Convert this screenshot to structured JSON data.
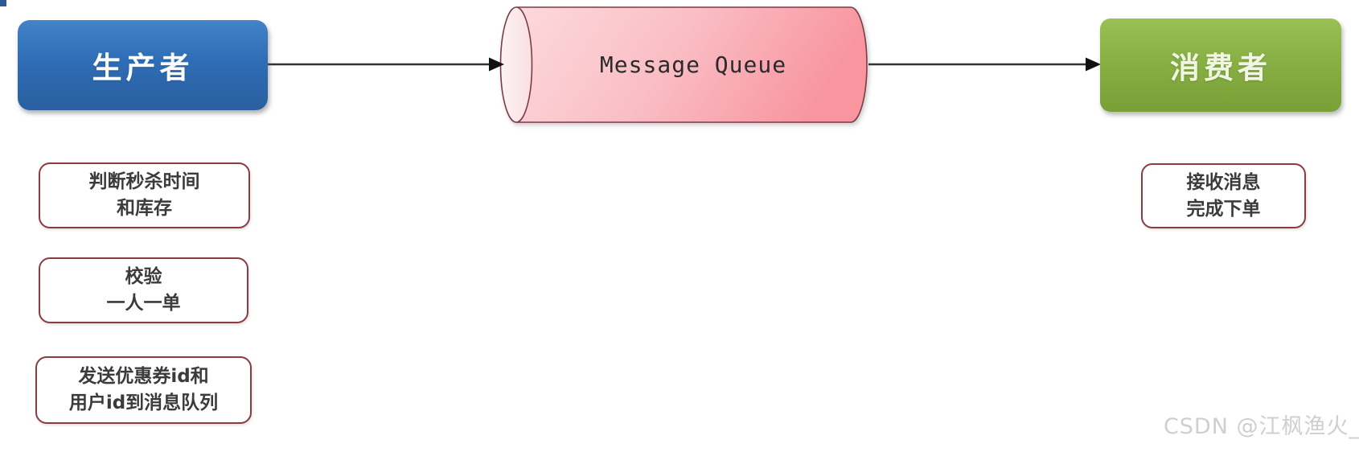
{
  "diagram": {
    "producer": {
      "label": "生产者"
    },
    "queue": {
      "label": "Message Queue"
    },
    "consumer": {
      "label": "消费者"
    },
    "producer_steps": [
      {
        "lines": [
          "判断秒杀时间",
          "和库存"
        ]
      },
      {
        "lines": [
          "校验",
          "一人一单"
        ]
      },
      {
        "lines": [
          "发送优惠券id和",
          "用户id到消息队列"
        ]
      }
    ],
    "consumer_steps": [
      {
        "lines": [
          "接收消息",
          "完成下单"
        ]
      }
    ],
    "watermark": "CSDN @江枫渔火_",
    "colors": {
      "producer_blue": "#2f6db6",
      "consumer_green": "#86ae43",
      "queue_pink": "#f8a0a9",
      "step_border_maroon": "#8a3b44",
      "arrow": "#333333",
      "watermark_gray": "#cfcfcf"
    }
  }
}
